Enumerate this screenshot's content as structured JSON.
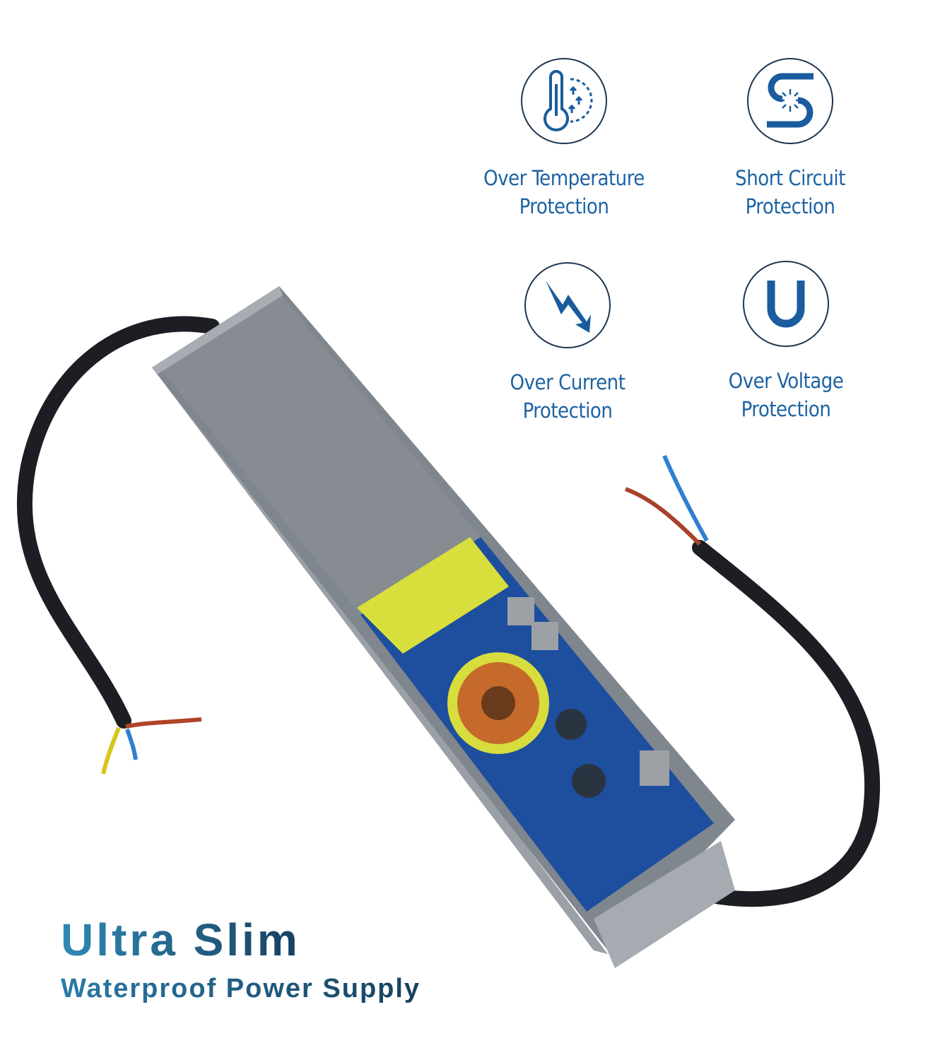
{
  "features": [
    {
      "icon": "thermometer-icon",
      "line1": "Over Temperature",
      "line2": "Protection"
    },
    {
      "icon": "short-circuit-icon",
      "line1": "Short Circuit",
      "line2": "Protection"
    },
    {
      "icon": "lightning-icon",
      "line1": "Over Current",
      "line2": "Protection"
    },
    {
      "icon": "voltage-u-icon",
      "line1": "Over Voltage",
      "line2": "Protection"
    }
  ],
  "headline": {
    "title": "Ultra Slim",
    "subtitle": "Waterproof Power Supply"
  },
  "colors": {
    "accent": "#1d63a3",
    "icon_blue": "#1a5c9e",
    "housing": "#8e959c",
    "pcb": "#1c4fa0",
    "transformer": "#d6dc3a"
  }
}
